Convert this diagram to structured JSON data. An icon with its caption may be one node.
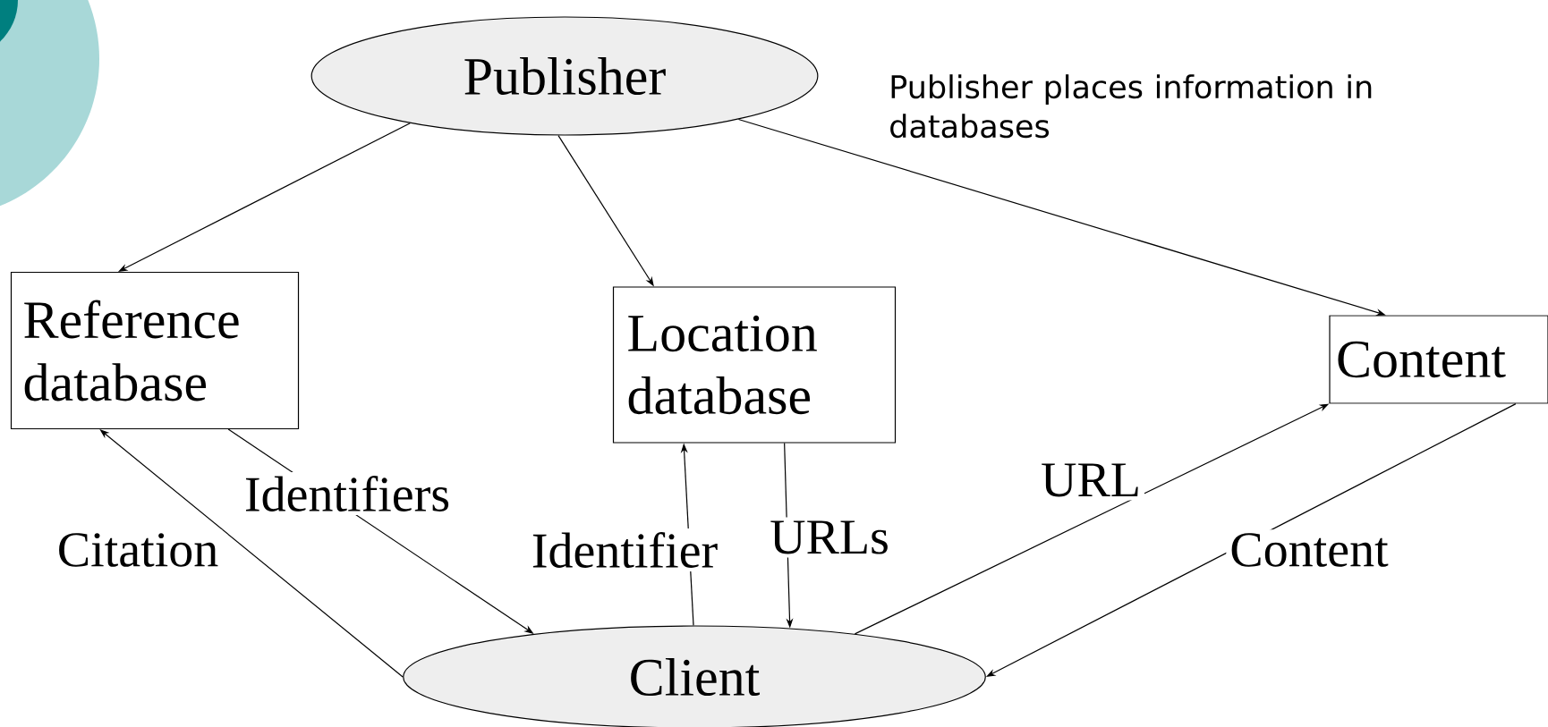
{
  "diagram": {
    "nodes": [
      {
        "text": [
          "Publisher"
        ]
      },
      {
        "text": [
          "Reference database"
        ]
      },
      {
        "text": [
          "Location database"
        ]
      },
      {
        "text": [
          "Content"
        ]
      },
      {
        "text": [
          "Client"
        ]
      }
    ],
    "edges": [
      {
        "from": 0,
        "to": 1,
        "arrow": "to"
      },
      {
        "from": 0,
        "to": 2,
        "arrow": "to"
      },
      {
        "from": 0,
        "to": 3,
        "arrow": "to"
      },
      {
        "from": 4,
        "to": 1,
        "arrow": "to",
        "label": "Citation"
      },
      {
        "from": 1,
        "to": 4,
        "arrow": "to",
        "label": "Identifiers"
      },
      {
        "from": 4,
        "to": 2,
        "arrow": "to",
        "label": "Identifier"
      },
      {
        "from": 2,
        "to": 4,
        "arrow": "to",
        "label": "URLs"
      },
      {
        "from": 4,
        "to": 3,
        "arrow": "to",
        "label": "URL"
      },
      {
        "from": 3,
        "to": 4,
        "arrow": "to",
        "label": "Content"
      }
    ],
    "labels": [
      "Publisher places information in databases"
    ]
  }
}
